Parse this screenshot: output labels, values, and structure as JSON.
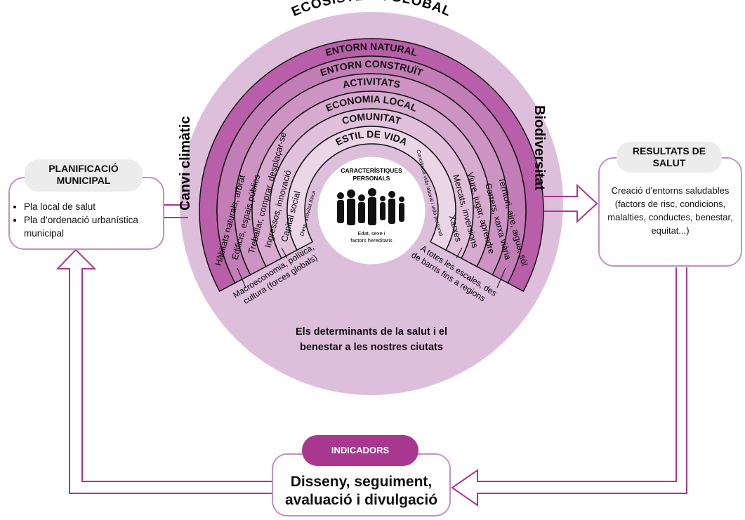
{
  "ecosystem": {
    "title": "ECOSISTEMA GLOBAL",
    "left_label": "Canvi climàtic",
    "right_label": "Biodiversitat"
  },
  "bands": [
    {
      "title": "ENTORN NATURAL",
      "left": "Hàbitats naturals, arbrat",
      "right": "Territori, aire, aigua, sòl",
      "color": "#b95ea9"
    },
    {
      "title": "ENTORN CONSTRUÏT",
      "left": "Edificis, espais públics",
      "right": "Carrers, xarxa viària",
      "color": "#c27cb6"
    },
    {
      "title": "ACTIVITATS",
      "left": "Treballar, comprar, desplaçar-se",
      "right": "Viure, jugar, aprendre",
      "color": "#cc93c3"
    },
    {
      "title": "ECONOMIA LOCAL",
      "left": "Ingressos, innovació",
      "right": "Mercats, inversions",
      "color": "#d7aad0"
    },
    {
      "title": "COMUNITAT",
      "left": "Capital social",
      "right": "Xarxes",
      "color": "#e1c0dc"
    },
    {
      "title": "ESTIL DE VIDA",
      "left": "Dieta, activitat física",
      "right": "Conciliació vida laboral i vida personal",
      "color": "#ebd6e8"
    }
  ],
  "core": {
    "title": "CARACTERÍSTIQUES PERSONALS",
    "subtitle": "Edat, sexe i factors hereditaris"
  },
  "notes": {
    "left": "Macroeconomia, política, cultura (forces globals)",
    "right": "A totes les escales, des de barris fins a regions"
  },
  "caption": "Els determinants de la salut i el benestar a les nostres ciutats",
  "planning": {
    "title": "PLANIFICACIÓ MUNICIPAL",
    "items": [
      "Pla local de salut",
      "Pla d’ordenació urbanística municipal"
    ]
  },
  "results": {
    "title": "RESULTATS DE SALUT",
    "text": "Creació d’entorns saludables (factors de risc, condicions, malalties, conductes, benestar, equitat...)"
  },
  "indicators": {
    "title": "INDICADORS",
    "text": "Disseny, seguiment, avaluació i divulgació"
  },
  "colors": {
    "accent": "#a8378f",
    "ring": "#ddbfdc",
    "outline": "#c48fc3"
  }
}
